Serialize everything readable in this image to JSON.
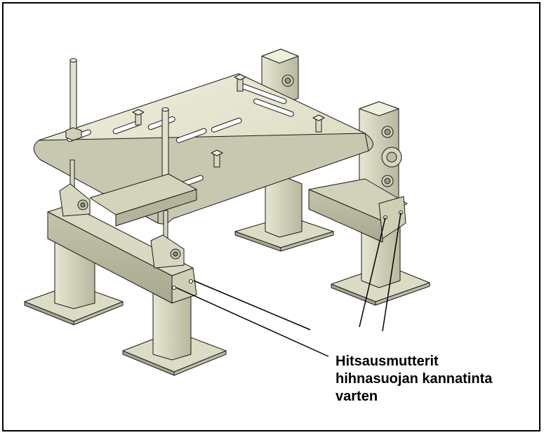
{
  "annotation": {
    "lines": [
      "Hitsausmutterit",
      "hihnasuojan kannatinta",
      "varten"
    ]
  },
  "colors": {
    "metal_light": "#e4e4cf",
    "metal_mid": "#c9c9b0",
    "metal_dark": "#a3a38a",
    "outline": "#1a1a1a",
    "background": "#ffffff"
  }
}
